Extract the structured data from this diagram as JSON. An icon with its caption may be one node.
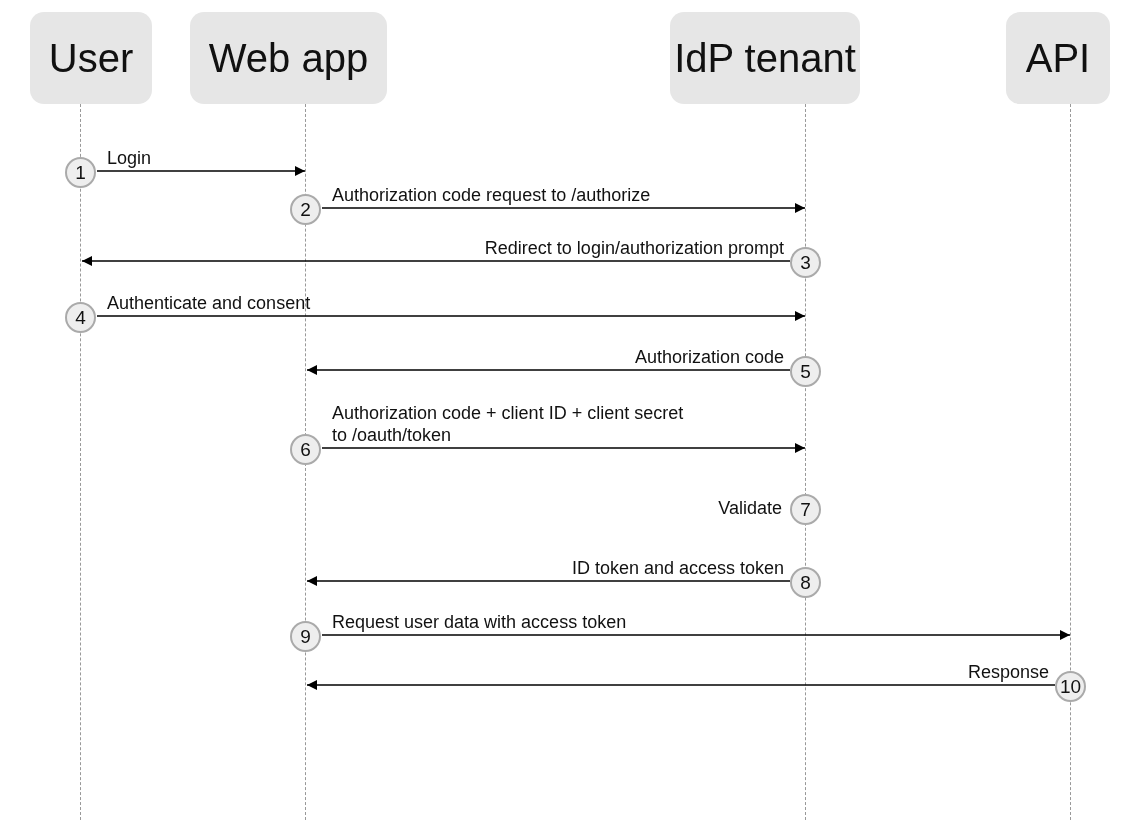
{
  "diagram": {
    "nodes": [
      {
        "text": [
          "User"
        ]
      },
      {
        "text": [
          "Web app"
        ]
      },
      {
        "text": [
          "IdP tenant"
        ]
      },
      {
        "text": [
          "API"
        ]
      },
      {
        "text": [
          "1"
        ]
      },
      {
        "text": [
          "2"
        ]
      },
      {
        "text": [
          "3"
        ]
      },
      {
        "text": [
          "4"
        ]
      },
      {
        "text": [
          "5"
        ]
      },
      {
        "text": [
          "6"
        ]
      },
      {
        "text": [
          "7"
        ],
        "beside": [
          "Validate"
        ]
      },
      {
        "text": [
          "8"
        ]
      },
      {
        "text": [
          "9"
        ]
      },
      {
        "text": [
          "10"
        ]
      },
      {
        "text": [],
        "shape": "bar"
      },
      {
        "text": [],
        "shape": "bar"
      },
      {
        "text": [],
        "shape": "bar"
      },
      {
        "text": [],
        "shape": "bar"
      }
    ],
    "edges": [
      {
        "from": 4,
        "to": 15,
        "arrow": "to",
        "label": "Login"
      },
      {
        "from": 5,
        "to": 16,
        "arrow": "to",
        "label": "Authorization code request to /authorize"
      },
      {
        "from": 6,
        "to": 14,
        "arrow": "to",
        "label": "Redirect to login/authorization prompt"
      },
      {
        "from": 7,
        "to": 16,
        "arrow": "to",
        "label": "Authenticate and consent"
      },
      {
        "from": 8,
        "to": 15,
        "arrow": "to",
        "label": "Authorization code"
      },
      {
        "from": 9,
        "to": 16,
        "arrow": "to",
        "label": "Authorization code + client ID + client secret to /oauth/token"
      },
      {
        "from": 11,
        "to": 15,
        "arrow": "to",
        "label": "ID token and access token"
      },
      {
        "from": 12,
        "to": 17,
        "arrow": "to",
        "label": "Request user data with access token"
      },
      {
        "from": 13,
        "to": 15,
        "arrow": "to",
        "label": "Response"
      }
    ]
  }
}
